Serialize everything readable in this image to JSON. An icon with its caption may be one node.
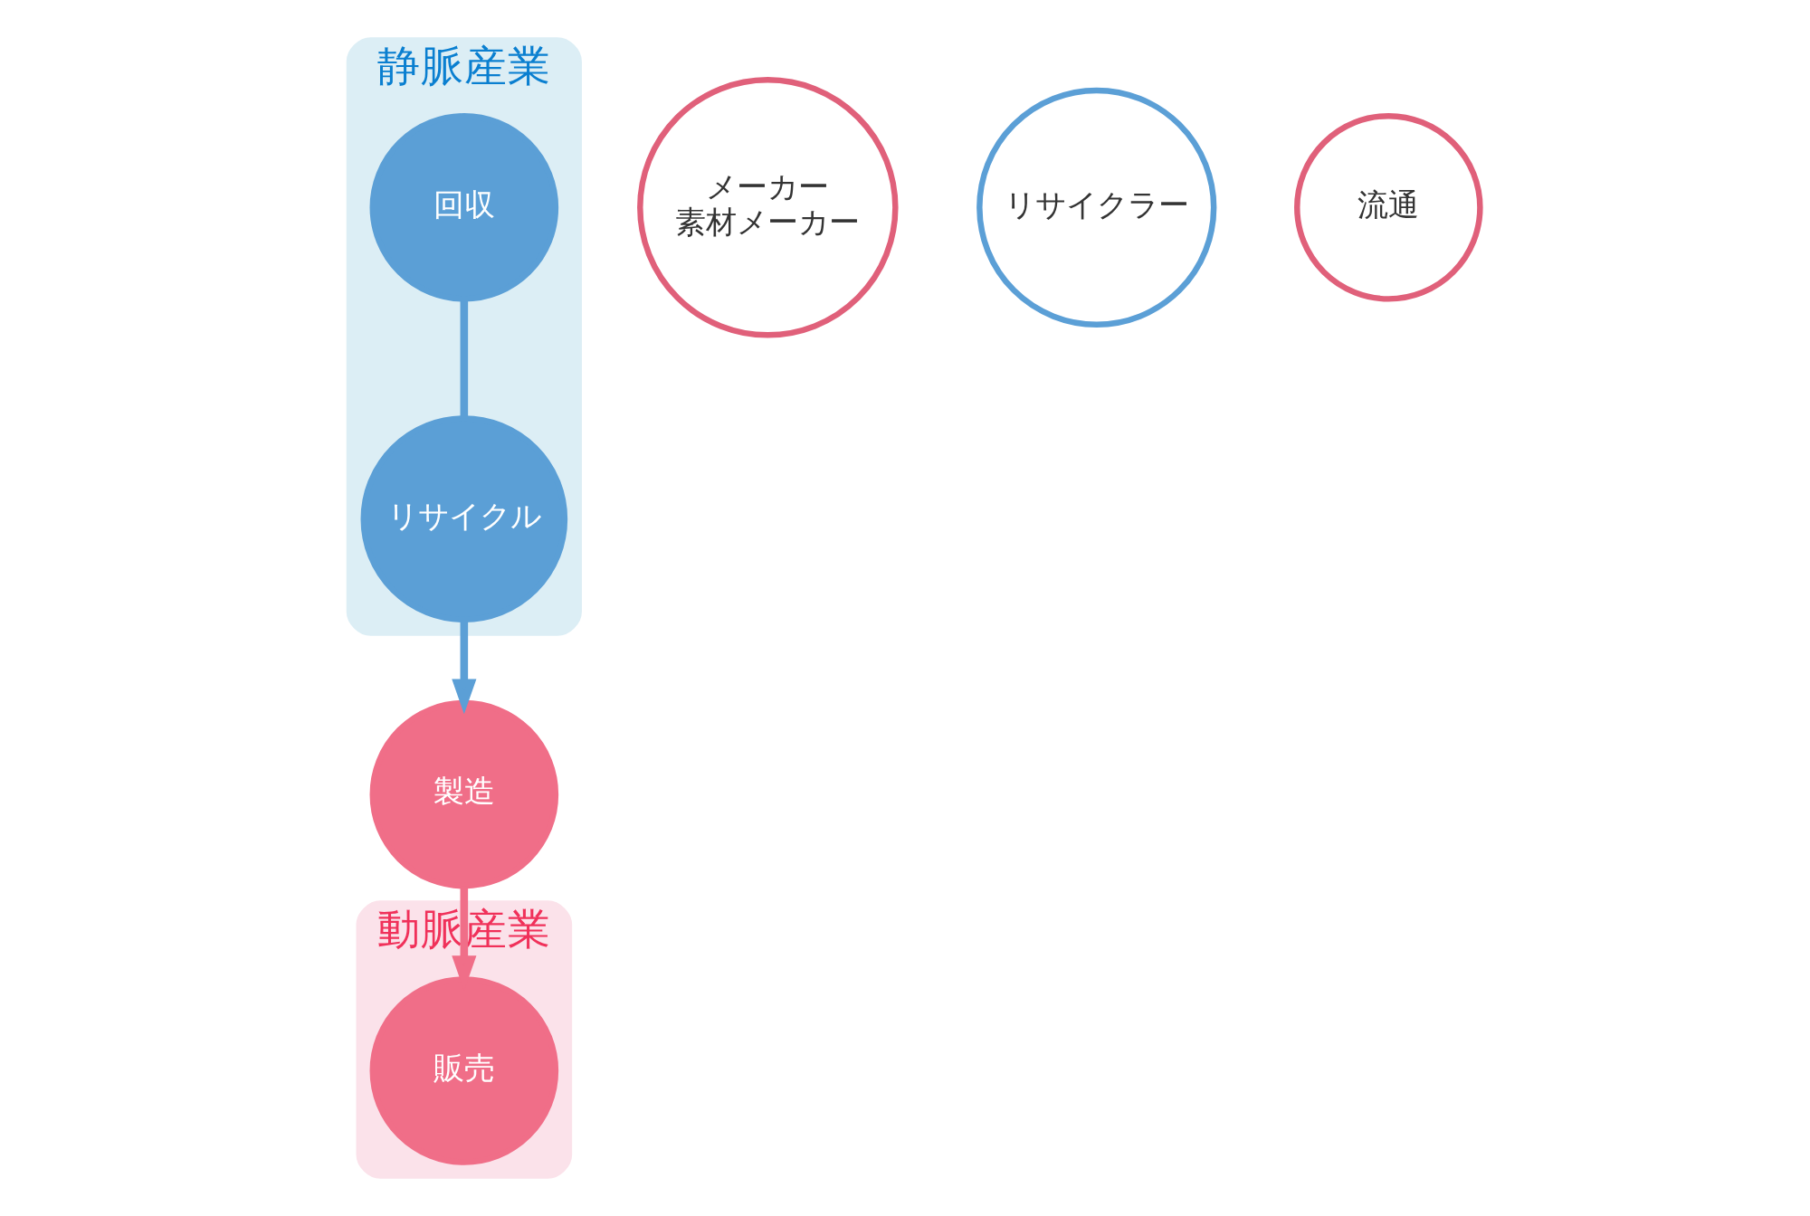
{
  "diagram": {
    "nodes": [
      {
        "text": [
          "静脈産業"
        ]
      },
      {
        "text": [
          "動脈産業"
        ]
      },
      {
        "text": [
          "製造"
        ]
      },
      {
        "text": [
          "リサイクル"
        ],
        "in": 0
      },
      {
        "text": [
          "回収"
        ],
        "in": 0
      },
      {
        "text": [
          "販売"
        ],
        "in": 1
      },
      {
        "text": [
          "メーカー",
          "素材メーカー"
        ]
      },
      {
        "text": [
          "リサイクラー"
        ]
      },
      {
        "text": [
          "流通"
        ]
      }
    ],
    "edges": [
      {
        "from": 2,
        "to": 5,
        "arrow": "to",
        "color": "#f06e88"
      },
      {
        "from": 4,
        "to": 3,
        "arrow": "none"
      },
      {
        "from": 3,
        "to": 2,
        "arrow": "to"
      }
    ]
  }
}
